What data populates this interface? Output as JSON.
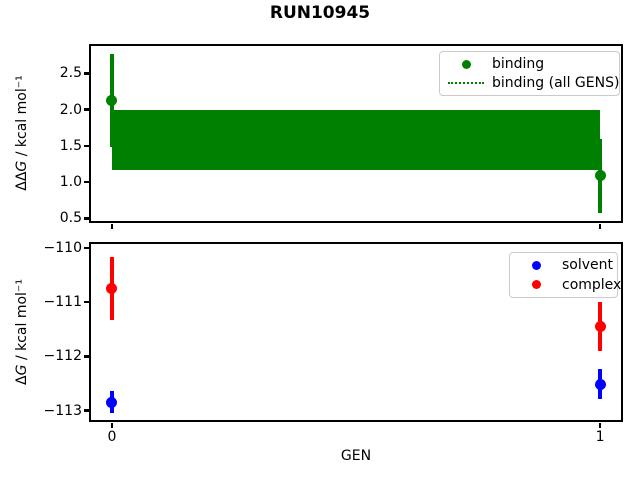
{
  "title": "RUN10945",
  "xlabel": "GEN",
  "colors": {
    "binding": "#008000",
    "solvent": "#0000ff",
    "complex": "#ff0000",
    "axis": "#000000",
    "legend_border": "#cbcbcb",
    "background": "#ffffff"
  },
  "chart_data": [
    {
      "type": "scatter",
      "panel": "binding",
      "ylabel": "ΔΔG / kcal mol⁻¹",
      "ylabel_parts": {
        "pre": "ΔΔ",
        "var": "G",
        "post": " / kcal mol⁻¹"
      },
      "xlim": [
        -0.045,
        1.045
      ],
      "ylim": [
        0.45,
        2.89
      ],
      "yticks": [
        2.5,
        2.0,
        1.5,
        1.0,
        0.5
      ],
      "ytick_labels": [
        "2.5",
        "2.0",
        "1.5",
        "1.0",
        "0.5"
      ],
      "xticks": [
        0,
        1
      ],
      "xtick_labels": null,
      "grid": false,
      "band": {
        "label": "binding (all GENS)",
        "x0": 0,
        "x1": 1,
        "y_low": 1.16,
        "y_high": 2.0,
        "mean": 1.58,
        "color": "#008000",
        "line_style": "dotted"
      },
      "series": [
        {
          "name": "binding",
          "color": "#008000",
          "marker": "circle",
          "x": [
            0,
            1
          ],
          "y": [
            2.13,
            1.09
          ],
          "yerr": [
            0.64,
            0.51
          ]
        }
      ],
      "legend": {
        "loc": "upper right",
        "items": [
          {
            "label": "binding",
            "swatch": "dot",
            "color": "#008000"
          },
          {
            "label": "binding (all GENS)",
            "swatch": "dotted-line",
            "color": "#008000"
          }
        ]
      }
    },
    {
      "type": "scatter",
      "panel": "free-energy",
      "ylabel": "ΔG / kcal mol⁻¹",
      "ylabel_parts": {
        "pre": "Δ",
        "var": "G",
        "post": " / kcal mol⁻¹"
      },
      "xlim": [
        -0.045,
        1.045
      ],
      "ylim": [
        -113.19,
        -109.91
      ],
      "yticks": [
        -110,
        -111,
        -112,
        -113
      ],
      "ytick_labels": [
        "−110",
        "−111",
        "−112",
        "−113"
      ],
      "xticks": [
        0,
        1
      ],
      "xtick_labels": [
        "0",
        "1"
      ],
      "grid": false,
      "band": null,
      "series": [
        {
          "name": "solvent",
          "color": "#0000ff",
          "marker": "circle",
          "x": [
            0,
            1
          ],
          "y": [
            -112.84,
            -112.51
          ],
          "yerr": [
            0.21,
            0.27
          ]
        },
        {
          "name": "complex",
          "color": "#ff0000",
          "marker": "circle",
          "x": [
            0,
            1
          ],
          "y": [
            -110.75,
            -111.45
          ],
          "yerr": [
            0.58,
            0.45
          ]
        }
      ],
      "legend": {
        "loc": "upper right",
        "items": [
          {
            "label": "solvent",
            "swatch": "dot",
            "color": "#0000ff"
          },
          {
            "label": "complex",
            "swatch": "dot",
            "color": "#ff0000"
          }
        ]
      }
    }
  ]
}
